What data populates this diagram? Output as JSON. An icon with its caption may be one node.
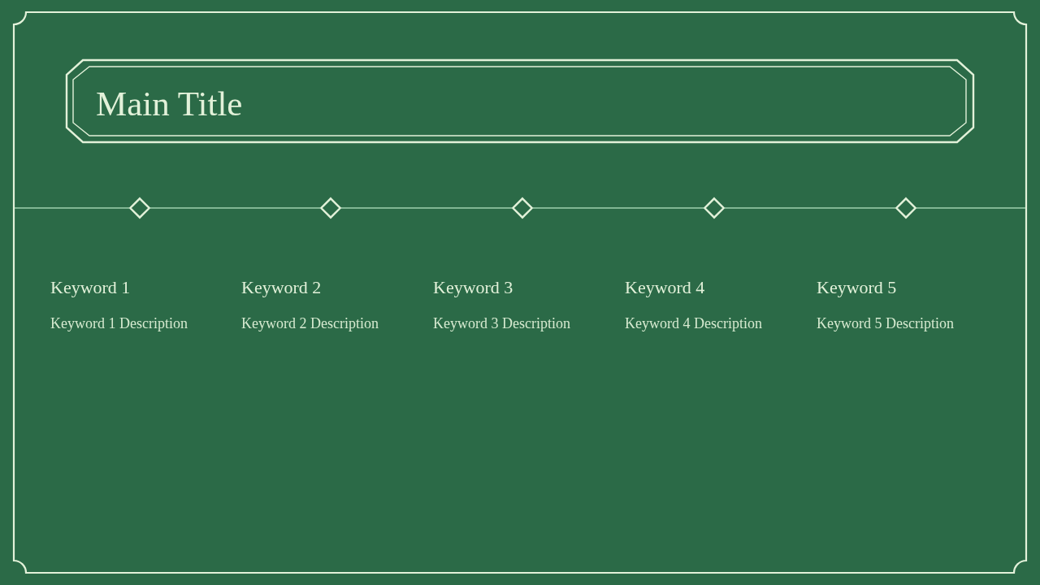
{
  "diagram": {
    "title": "Main Title",
    "nodes": [
      {
        "text": [],
        "shape": "diamond",
        "beside": [
          "Keyword 1",
          "Keyword 1 Description"
        ]
      },
      {
        "text": [],
        "shape": "diamond",
        "beside": [
          "Keyword 2",
          "Keyword 2 Description"
        ]
      },
      {
        "text": [],
        "shape": "diamond",
        "beside": [
          "Keyword 3",
          "Keyword 3 Description"
        ]
      },
      {
        "text": [],
        "shape": "diamond",
        "beside": [
          "Keyword 4",
          "Keyword 4 Description"
        ]
      },
      {
        "text": [],
        "shape": "diamond",
        "beside": [
          "Keyword 5",
          "Keyword 5 Description"
        ]
      }
    ],
    "edges": [
      {
        "from": null,
        "to": 0,
        "arrow": "none"
      },
      {
        "from": 0,
        "to": 1,
        "arrow": "none"
      },
      {
        "from": 1,
        "to": 2,
        "arrow": "none"
      },
      {
        "from": 2,
        "to": 3,
        "arrow": "none"
      },
      {
        "from": 3,
        "to": 4,
        "arrow": "none"
      },
      {
        "from": 4,
        "to": null,
        "arrow": "none"
      }
    ]
  }
}
